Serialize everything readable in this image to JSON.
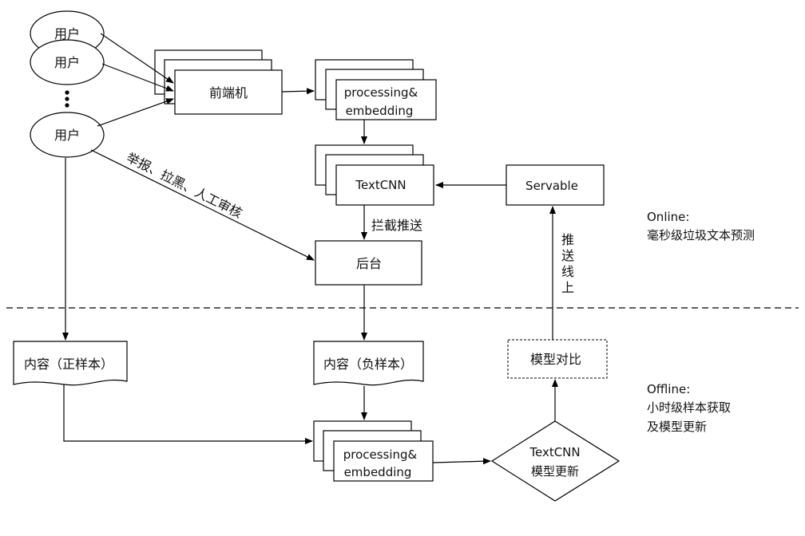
{
  "nodes": {
    "user1": "用户",
    "user2": "用户",
    "user3": "用户",
    "frontend": "前端机",
    "processing_top": [
      "processing&",
      "embedding"
    ],
    "textcnn_top": "TextCNN",
    "servable": "Servable",
    "backend": "后台",
    "content_positive": "内容（正样本）",
    "content_negative": "内容（负样本）",
    "processing_bottom": [
      "processing&",
      "embedding"
    ],
    "model_compare": "模型对比",
    "textcnn_update": [
      "TextCNN",
      "模型更新"
    ]
  },
  "edge_labels": {
    "report": "举报、拉黑、人工审核",
    "intercept": "拦截推送",
    "push_online": "推送线上"
  },
  "sections": {
    "online": [
      "Online:",
      "毫秒级垃圾文本预测"
    ],
    "offline": [
      "Offline:",
      "小时级样本获取",
      "及模型更新"
    ]
  }
}
